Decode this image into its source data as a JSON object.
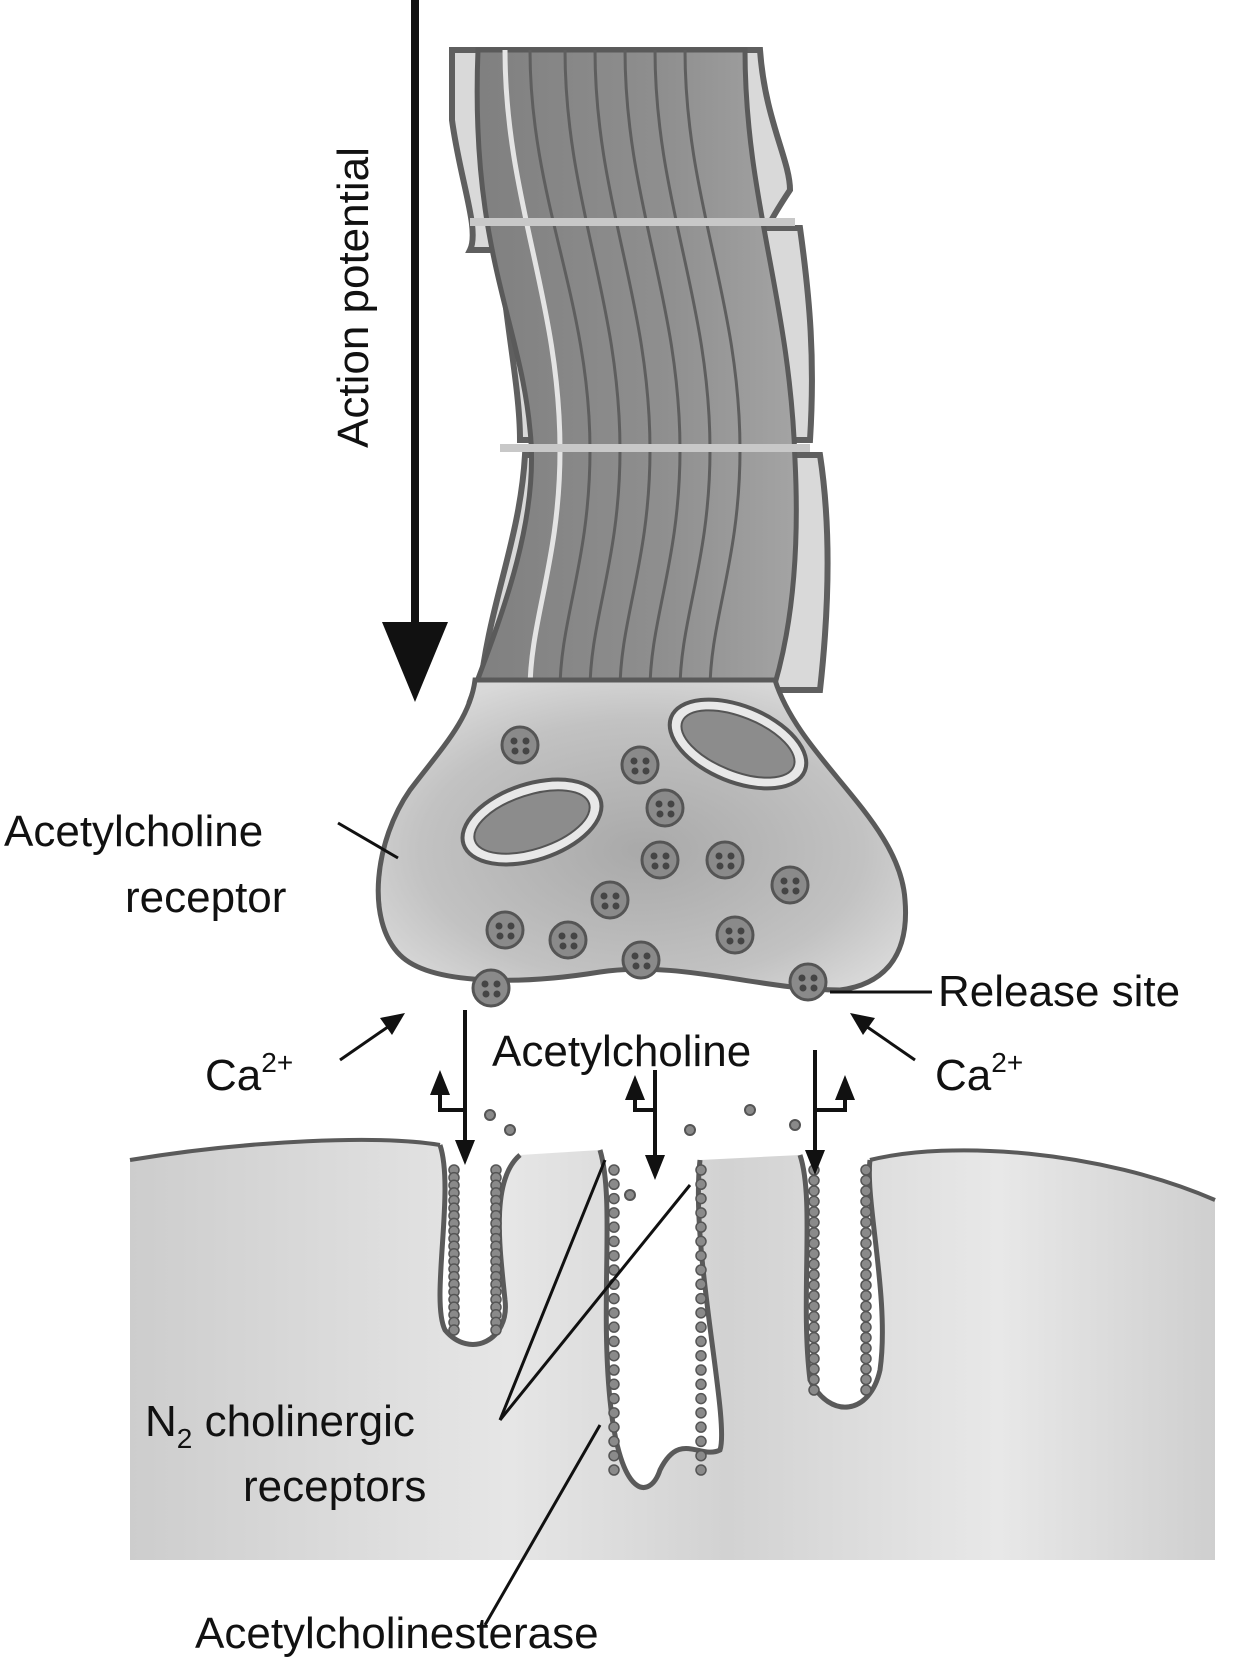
{
  "diagram": {
    "title": "Neuromuscular junction",
    "labels": {
      "action_potential": "Action potential",
      "ach_receptor_line1": "Acetylcholine",
      "ach_receptor_line2": "receptor",
      "release_site": "Release site",
      "ca_left_base": "Ca",
      "ca_left_sup": "2+",
      "ca_right_base": "Ca",
      "ca_right_sup": "2+",
      "acetylcholine": "Acetylcholine",
      "n2_base": "N",
      "n2_sub": "2",
      "n2_rest": " cholinergic",
      "n2_line2": "receptors",
      "acetylcholinesterase": "Acetylcholinesterase"
    },
    "colors": {
      "axon_fill": "#8e8e8e",
      "axon_outline": "#5a5a5a",
      "sheath_fill": "#d6d6d6",
      "terminal_fill": "#c4c4c4",
      "muscle_fill": "#cfcfcf",
      "vesicle_fill": "#8a8a8a",
      "arrow": "#111111"
    }
  }
}
